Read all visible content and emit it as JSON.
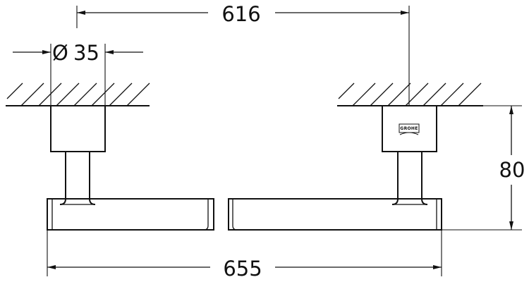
{
  "dimensions": {
    "top_width": "616",
    "diameter_symbol": "Ø",
    "diameter_value": "35",
    "height": "80",
    "total_width": "655"
  },
  "logo": {
    "text": "GROHE"
  }
}
